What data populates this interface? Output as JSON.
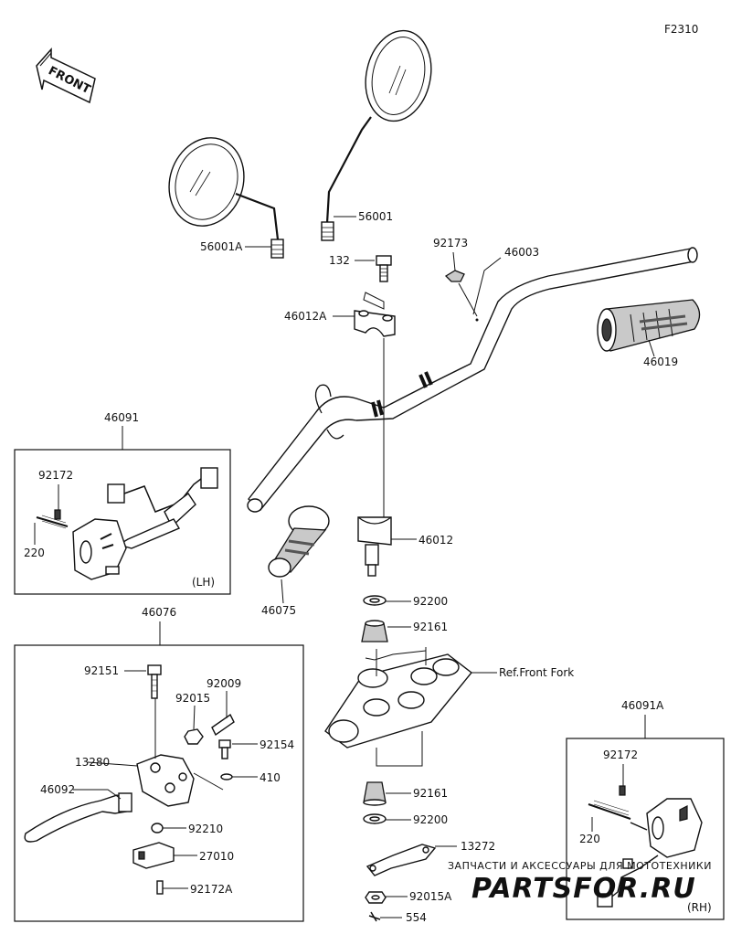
{
  "figure_code": "F2310",
  "front_label": "FRONT",
  "labels": {
    "mirror_right": "56001",
    "mirror_left": "56001A",
    "bolt_132": "132",
    "clamp_upper": "46012A",
    "clip": "92173",
    "handlebar": "46003",
    "grip_right": "46019",
    "grip_left": "46075",
    "clamp_lower": "46012",
    "washer_top": "92200",
    "damper_top": "92161",
    "ref_fork": "Ref.Front Fork",
    "damper_bottom": "92161",
    "washer_bottom": "92200",
    "plate": "13272",
    "nut": "92015A",
    "pin": "554"
  },
  "lh_switch": {
    "title": "46091",
    "tag": "(LH)",
    "screw": "92172",
    "screw_long": "220"
  },
  "lever_assy": {
    "title": "46076",
    "bolt": "92151",
    "nut": "92015",
    "adjuster": "92009",
    "screw": "92154",
    "holder": "13280",
    "oring": "410",
    "lever": "46092",
    "cap": "92210",
    "switch": "27010",
    "switch_screw": "92172A"
  },
  "rh_switch": {
    "title": "46091A",
    "tag": "(RH)",
    "screw": "92172",
    "screw_long": "220"
  },
  "watermark": {
    "line1": "ЗАПЧАСТИ И АКСЕССУАРЫ ДЛЯ МОТОТЕХНИКИ",
    "line2": "PARTSFOR.RU"
  }
}
